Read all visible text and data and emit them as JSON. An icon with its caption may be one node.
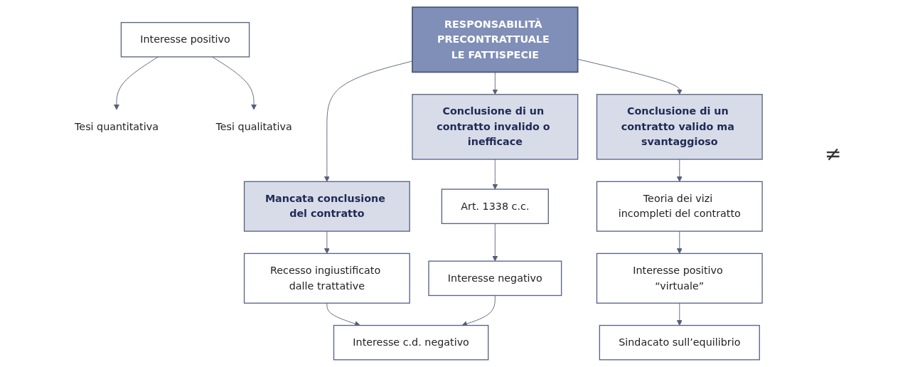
{
  "diagram": {
    "nodes": [
      {
        "text": [
          "RESPONSABILITÀ PRECONTRATTUALE LE FATTISPECIE"
        ]
      },
      {
        "text": [
          "Mancata conclusione del contratto"
        ]
      },
      {
        "text": [
          "Recesso ingiustificato dalle trattative"
        ]
      },
      {
        "text": [
          "Interesse c.d. negativo"
        ]
      },
      {
        "text": [
          "Interesse positivo"
        ]
      },
      {
        "text": [
          "Tesi quantitativa"
        ]
      },
      {
        "text": [
          "Tesi qualitativa"
        ]
      },
      {
        "text": [
          "Conclusione di un contratto invalido o inefficace"
        ]
      },
      {
        "text": [
          "Art. 1338 c.c."
        ]
      },
      {
        "text": [
          "Interesse negativo"
        ]
      },
      {
        "text": [
          "Conclusione di un contratto valido ma svantaggioso"
        ]
      },
      {
        "text": [
          "Teoria dei vizi incompleti del contratto"
        ]
      },
      {
        "text": [
          "Interesse positivo “virtuale”"
        ]
      },
      {
        "text": [
          "Sindacato sull’equilibrio"
        ]
      }
    ],
    "edges": [
      {
        "from": 0,
        "to": 1,
        "arrow": "to"
      },
      {
        "from": 0,
        "to": 7,
        "arrow": "to"
      },
      {
        "from": 0,
        "to": 10,
        "arrow": "to"
      },
      {
        "from": 1,
        "to": 2,
        "arrow": "to"
      },
      {
        "from": 2,
        "to": 3,
        "arrow": "to"
      },
      {
        "from": 4,
        "to": 5,
        "arrow": "to"
      },
      {
        "from": 4,
        "to": 6,
        "arrow": "to"
      },
      {
        "from": 7,
        "to": 8,
        "arrow": "to"
      },
      {
        "from": 8,
        "to": 9,
        "arrow": "to"
      },
      {
        "from": 9,
        "to": 3,
        "arrow": "to"
      },
      {
        "from": 10,
        "to": 11,
        "arrow": "to"
      },
      {
        "from": 11,
        "to": 12,
        "arrow": "to"
      },
      {
        "from": 12,
        "to": 13,
        "arrow": "to"
      }
    ],
    "labels": [
      "≠"
    ]
  }
}
